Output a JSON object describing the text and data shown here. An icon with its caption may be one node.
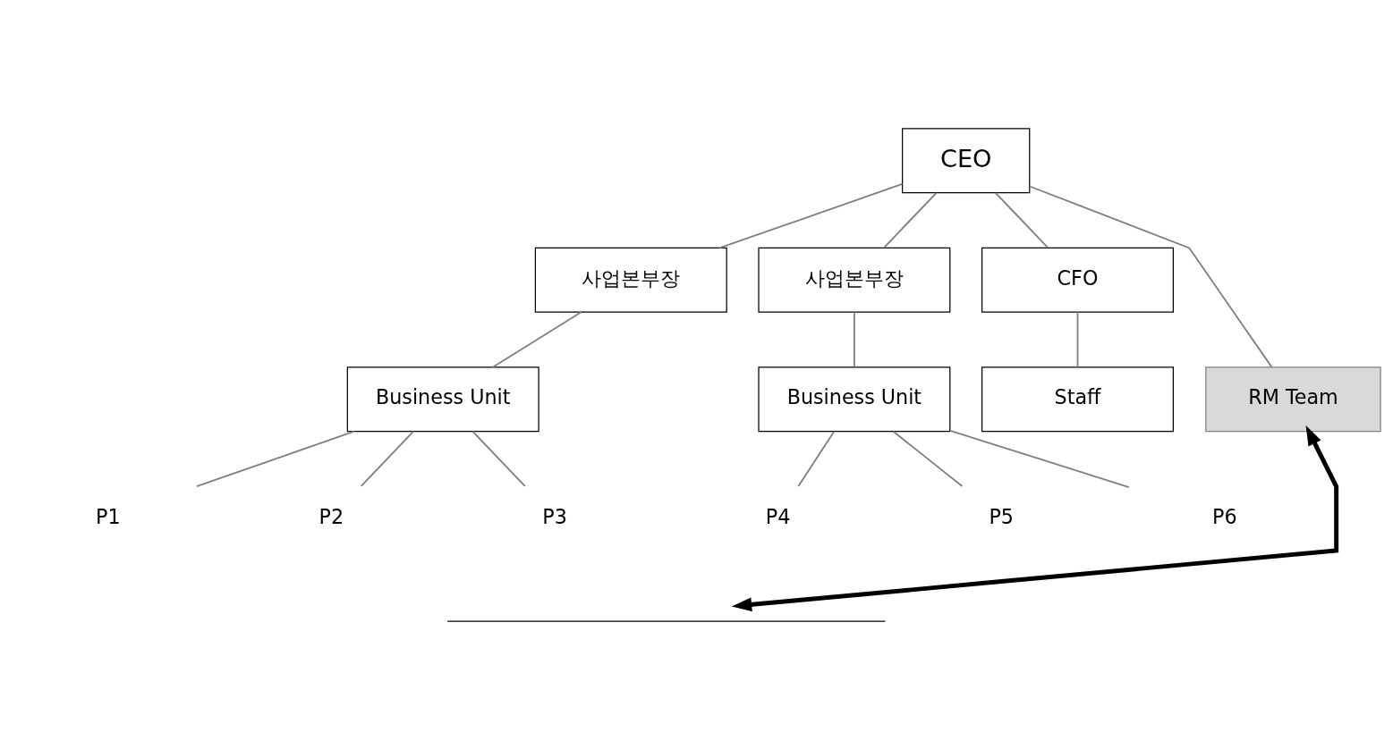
{
  "diagram": {
    "nodes": [
      {
        "text": [
          "CEO"
        ]
      },
      {
        "text": [
          "사업본부장"
        ]
      },
      {
        "text": [
          "사업본부장"
        ]
      },
      {
        "text": [
          "CFO"
        ]
      },
      {
        "text": [
          "RM Team"
        ]
      },
      {
        "text": [
          "Business Unit"
        ]
      },
      {
        "text": [
          "Business Unit"
        ]
      },
      {
        "text": [
          "Staff"
        ]
      },
      {
        "text": [
          "P1"
        ]
      },
      {
        "text": [
          "P2"
        ]
      },
      {
        "text": [
          "P3"
        ]
      },
      {
        "text": [
          "P4"
        ]
      },
      {
        "text": [
          "P5"
        ]
      },
      {
        "text": [
          "P6"
        ]
      },
      {
        "text": [],
        "shape": "bracket"
      }
    ],
    "edges": [
      {
        "from": 0,
        "to": 1,
        "arrow": "none"
      },
      {
        "from": 0,
        "to": 2,
        "arrow": "none"
      },
      {
        "from": 0,
        "to": 3,
        "arrow": "none"
      },
      {
        "from": 0,
        "to": 4,
        "arrow": "none"
      },
      {
        "from": 1,
        "to": 5,
        "arrow": "none"
      },
      {
        "from": 2,
        "to": 6,
        "arrow": "none"
      },
      {
        "from": 3,
        "to": 7,
        "arrow": "none"
      },
      {
        "from": 5,
        "to": 8,
        "arrow": "none"
      },
      {
        "from": 5,
        "to": 9,
        "arrow": "none"
      },
      {
        "from": 5,
        "to": 10,
        "arrow": "none"
      },
      {
        "from": 6,
        "to": 11,
        "arrow": "none"
      },
      {
        "from": 6,
        "to": 12,
        "arrow": "none"
      },
      {
        "from": 6,
        "to": 13,
        "arrow": "none"
      },
      {
        "from": 4,
        "to": 14,
        "arrow": "both",
        "style": "thick",
        "color": "#000000"
      }
    ]
  }
}
